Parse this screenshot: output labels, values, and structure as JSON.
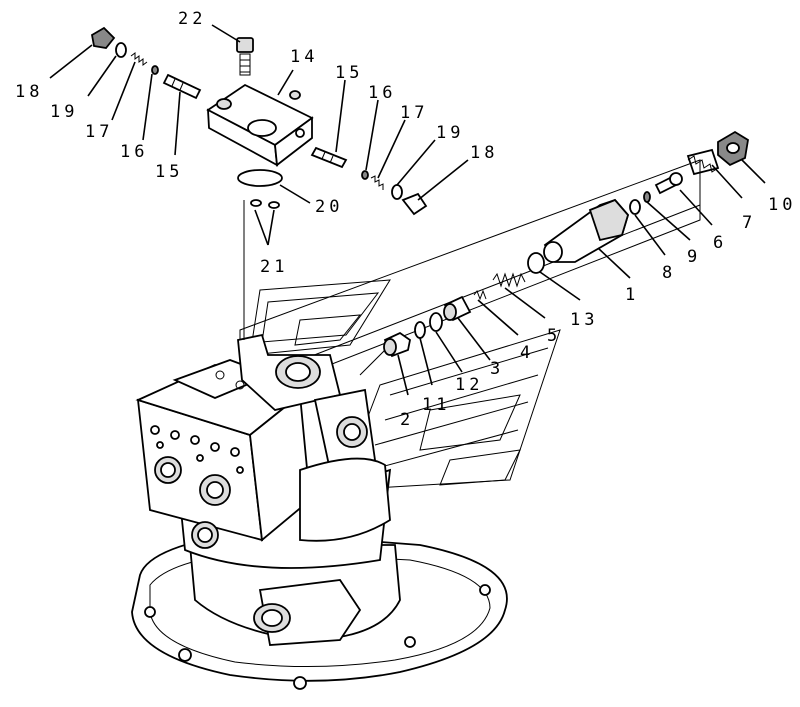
{
  "labels": {
    "p1": "1",
    "p2": "2",
    "p3": "3",
    "p4": "4",
    "p5": "5",
    "p6": "6",
    "p7": "7",
    "p8": "8",
    "p9": "9",
    "p10": "10",
    "p11": "11",
    "p12": "12",
    "p13": "13",
    "p14": "14",
    "p15a": "15",
    "p15b": "15",
    "p16a": "16",
    "p16b": "16",
    "p17a": "17",
    "p17b": "17",
    "p18a": "18",
    "p18b": "18",
    "p19a": "19",
    "p19b": "19",
    "p20": "20",
    "p21": "21",
    "p22": "22"
  }
}
